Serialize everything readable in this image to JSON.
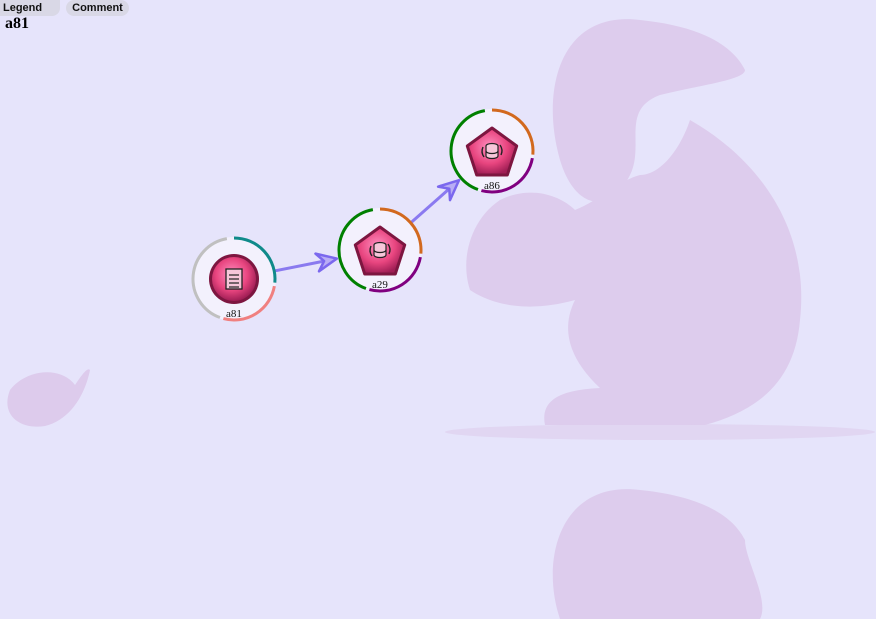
{
  "toolbar": {
    "legend_label": "Legend",
    "comment_label": "Comment"
  },
  "page": {
    "title": "a81"
  },
  "colors": {
    "background": "#e6e4fb",
    "edge": "#7b68ee",
    "node_fill": "#e8457f",
    "watermark": "#dcc8ea"
  },
  "nodes": [
    {
      "id": "a81",
      "label": "a81",
      "icon": "document-icon",
      "ring_colors": [
        "#c0c0c0",
        "#0f8a8a",
        "#f08080"
      ]
    },
    {
      "id": "a29",
      "label": "a29",
      "icon": "database-sync-icon",
      "ring_colors": [
        "#008000",
        "#d2691e",
        "#800080"
      ]
    },
    {
      "id": "a86",
      "label": "a86",
      "icon": "database-sync-icon",
      "ring_colors": [
        "#008000",
        "#d2691e",
        "#800080"
      ]
    }
  ],
  "edges": [
    {
      "from": "a81",
      "to": "a29"
    },
    {
      "from": "a29",
      "to": "a86"
    }
  ]
}
